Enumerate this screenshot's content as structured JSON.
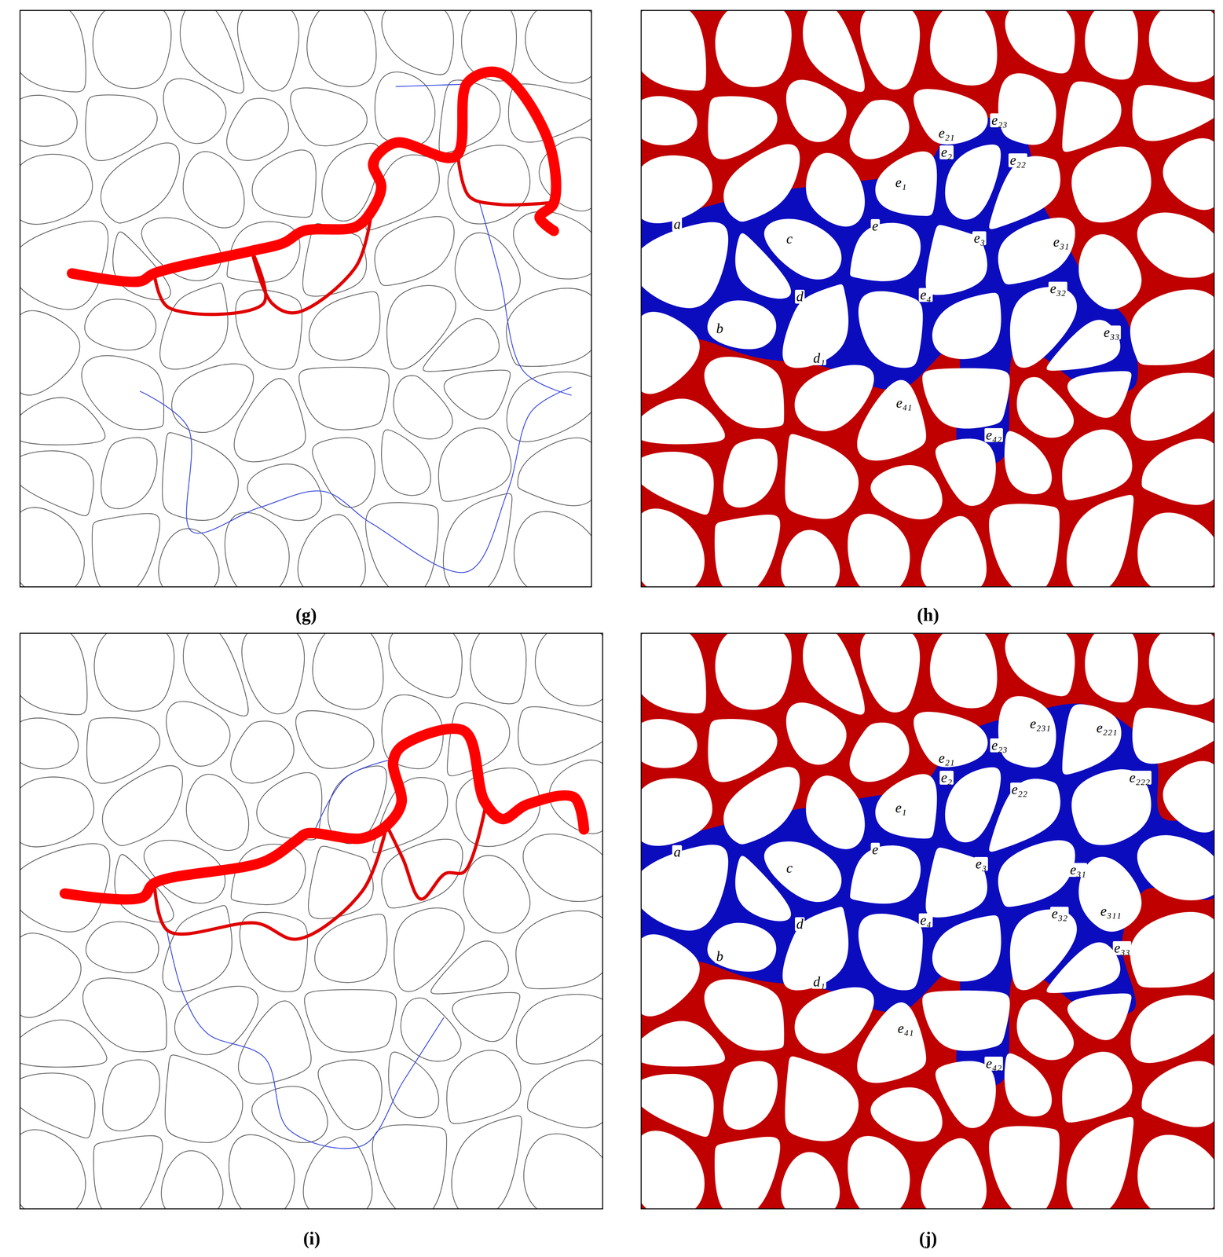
{
  "diagram": {
    "labels": [
      "(g)",
      "(h)",
      "(i)",
      "(j)",
      "a",
      "b",
      "c",
      "d",
      "d₁",
      "e",
      "e₁",
      "e₂₁",
      "e₂",
      "e₂₃",
      "e₂₂",
      "e₃",
      "e₃₁",
      "e₃₂",
      "e₃₃",
      "e₄",
      "e₄₁",
      "e₄₂",
      "a",
      "b",
      "c",
      "d",
      "d₁",
      "e",
      "e₁",
      "e₂₁",
      "e₂",
      "e₂₃",
      "e₂₃₁",
      "e₂₂₁",
      "e₂₂",
      "e₂₂₂",
      "e₃",
      "e₃₁",
      "e₃₂",
      "e₃₁₁",
      "e₃₃",
      "e₄",
      "e₄₁",
      "e₄₂"
    ]
  }
}
